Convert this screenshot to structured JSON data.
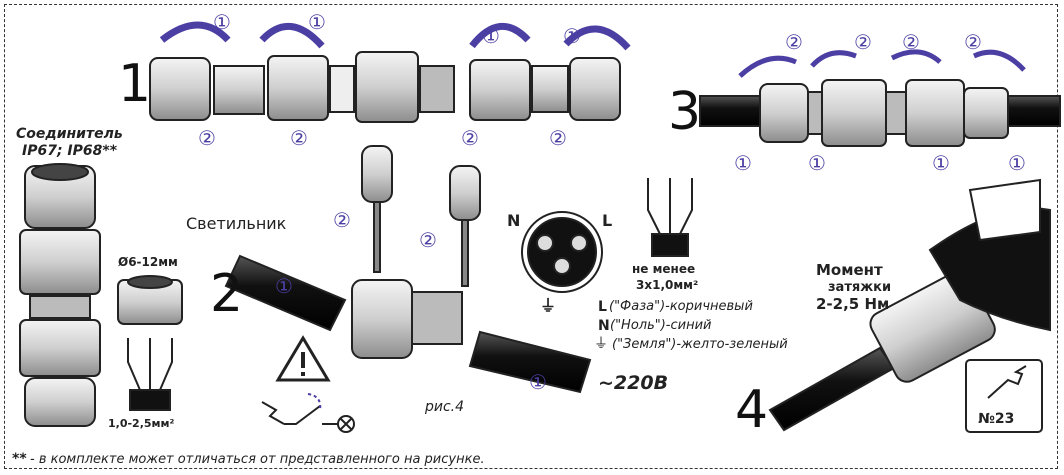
{
  "step_numbers": [
    "1",
    "2",
    "3",
    "4"
  ],
  "arrow_markers": {
    "one": "①",
    "two": "②"
  },
  "connector_title": "Соединитель",
  "connector_rating": "IP67; IP68**",
  "diameter_label": "Ø6-12мм",
  "cross_section_label": "1,0-2,5мм²",
  "luminaire_label": "Светильник",
  "min_wire_label": "не менее",
  "min_wire_value": "3х1,0мм²",
  "terminal_n": "N",
  "terminal_l": "L",
  "legend": {
    "l_letter": "L",
    "l_text": "(\"Фаза\")-коричневый",
    "n_letter": "N",
    "n_text": "(\"Ноль\")-синий",
    "pe_text": "(\"Земля\")-желто-зеленый"
  },
  "voltage_label": "~220В",
  "figure_label": "рис.4",
  "torque_title": "Момент",
  "torque_title_2": "затяжки",
  "torque_value": "2-2,5 Нм",
  "wrench_size": "№23",
  "footnote_mark": "**",
  "footnote_text": " - в комплекте может отличаться от представленного на рисунке.",
  "colors": {
    "accent": "#4b3fa3",
    "line": "#222222",
    "cable": "#1a1a1a",
    "body": "#d9d9d9"
  },
  "icons": [
    "warning-icon",
    "switch-icon",
    "lamp-icon",
    "ground-icon",
    "wrench-icon",
    "rotate-arrow-icon",
    "push-arrow-icon",
    "screwdriver-icon",
    "terminal-block-icon"
  ]
}
